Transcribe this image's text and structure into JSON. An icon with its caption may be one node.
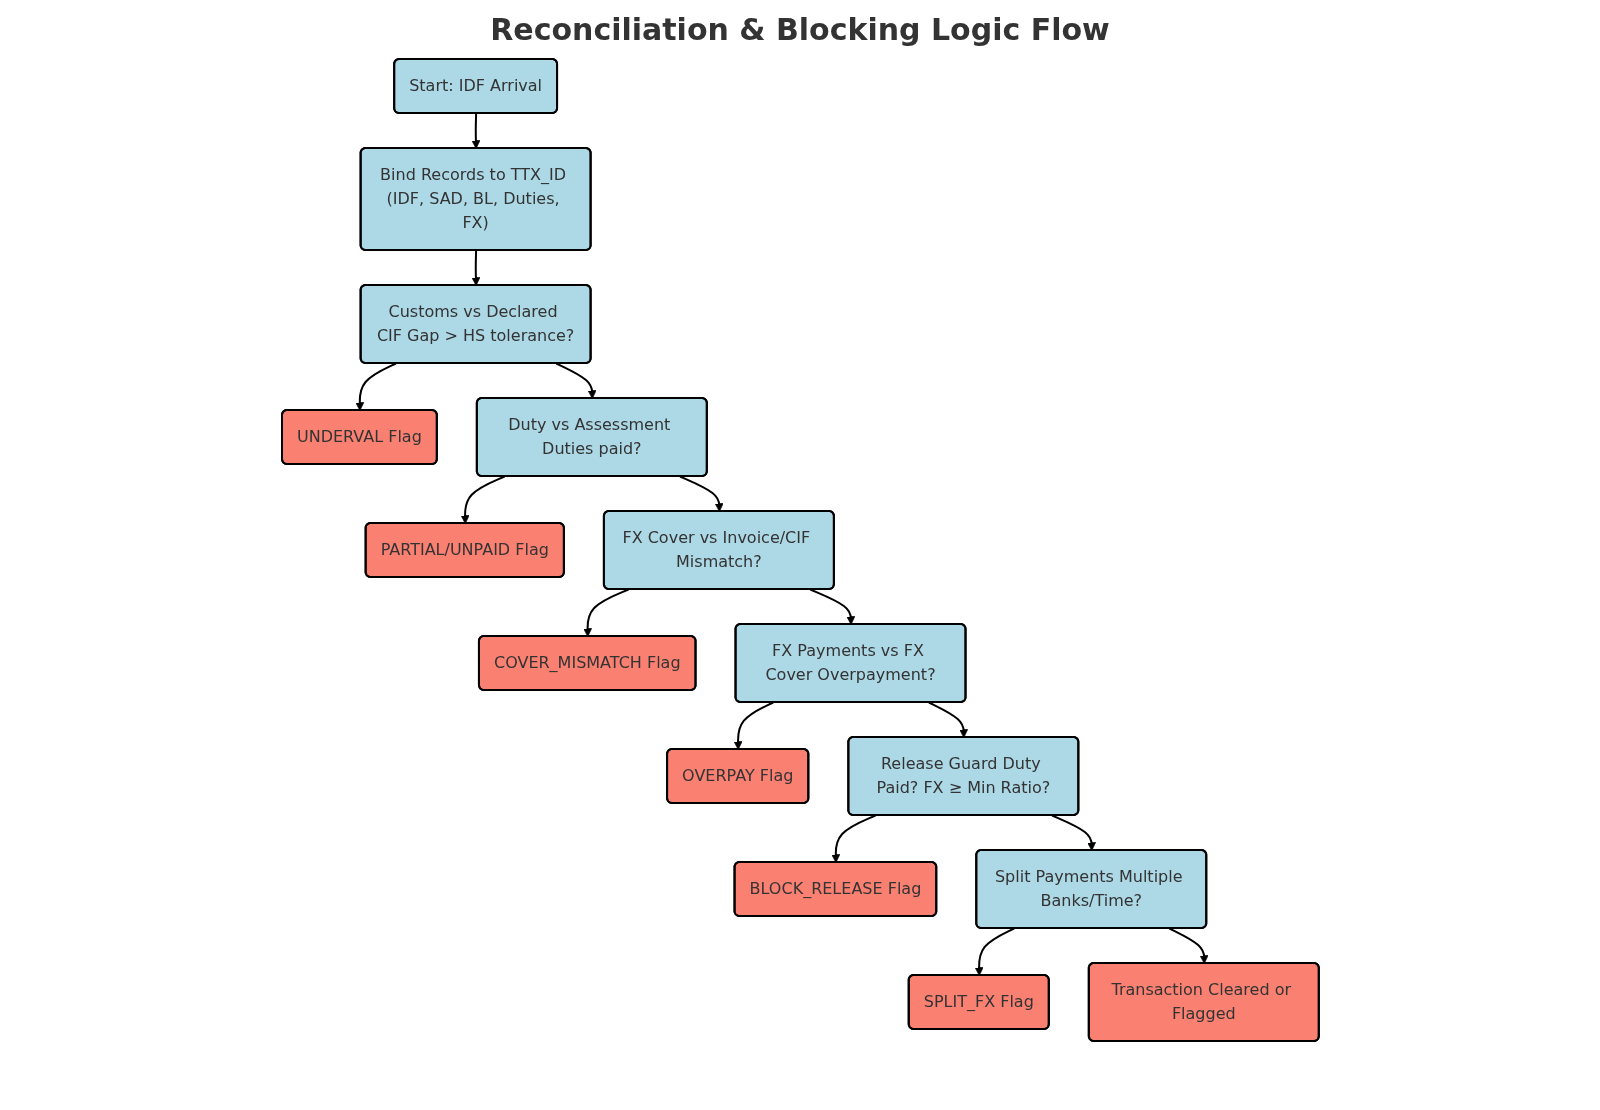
{
  "diagram": {
    "title": "Reconciliation & Blocking Logic Flow",
    "nodes": [
      {
        "text": [
          "Start: IDF Arrival"
        ]
      },
      {
        "text": [
          "Bind Records to TTX_ID (IDF, SAD, BL, Duties, FX)"
        ]
      },
      {
        "text": [
          "Customs vs Declared CIF Gap > HS tolerance?"
        ]
      },
      {
        "text": [
          "UNDERVAL Flag"
        ]
      },
      {
        "text": [
          "Duty vs Assessment Duties paid?"
        ]
      },
      {
        "text": [
          "PARTIAL/UNPAID Flag"
        ]
      },
      {
        "text": [
          "FX Cover vs Invoice/CIF Mismatch?"
        ]
      },
      {
        "text": [
          "COVER_MISMATCH Flag"
        ]
      },
      {
        "text": [
          "FX Payments vs FX Cover Overpayment?"
        ]
      },
      {
        "text": [
          "OVERPAY Flag"
        ]
      },
      {
        "text": [
          "Release Guard Duty Paid? FX ≥ Min Ratio?"
        ]
      },
      {
        "text": [
          "BLOCK_RELEASE Flag"
        ]
      },
      {
        "text": [
          "Split Payments Multiple Banks/Time?"
        ]
      },
      {
        "text": [
          "SPLIT_FX Flag"
        ]
      },
      {
        "text": [
          "Transaction Cleared or Flagged"
        ]
      }
    ],
    "edges": [
      {
        "from": 0,
        "to": 1,
        "arrow": "to"
      },
      {
        "from": 1,
        "to": 2,
        "arrow": "to"
      },
      {
        "from": 2,
        "to": 3,
        "arrow": "to"
      },
      {
        "from": 2,
        "to": 4,
        "arrow": "to"
      },
      {
        "from": 4,
        "to": 5,
        "arrow": "to"
      },
      {
        "from": 4,
        "to": 6,
        "arrow": "to"
      },
      {
        "from": 6,
        "to": 7,
        "arrow": "to"
      },
      {
        "from": 6,
        "to": 8,
        "arrow": "to"
      },
      {
        "from": 8,
        "to": 9,
        "arrow": "to"
      },
      {
        "from": 8,
        "to": 10,
        "arrow": "to"
      },
      {
        "from": 10,
        "to": 11,
        "arrow": "to"
      },
      {
        "from": 10,
        "to": 12,
        "arrow": "to"
      },
      {
        "from": 12,
        "to": 13,
        "arrow": "to"
      },
      {
        "from": 12,
        "to": 14,
        "arrow": "to"
      }
    ]
  }
}
